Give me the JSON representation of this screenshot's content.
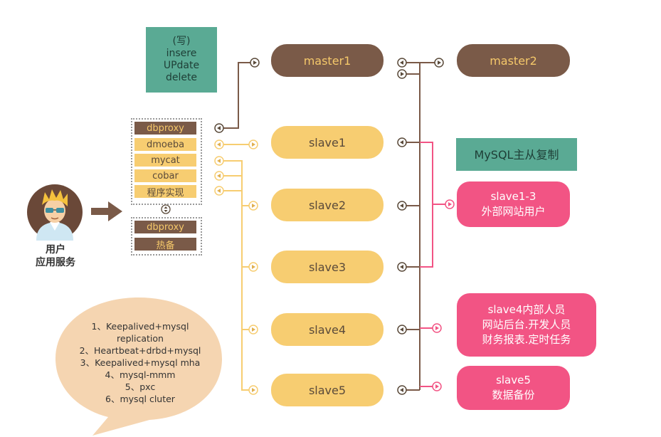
{
  "write_box": {
    "line1": "(写)",
    "line2": "insere",
    "line3": "UPdate",
    "line4": "delete"
  },
  "nodes": {
    "master1": "master1",
    "master2": "master2",
    "slave1": "slave1",
    "slave2": "slave2",
    "slave3": "slave3",
    "slave4": "slave4",
    "slave5": "slave5"
  },
  "proxy_top": [
    "dbproxy",
    "dmoeba",
    "mycat",
    "cobar",
    "程序实现"
  ],
  "proxy_bottom": [
    "dbproxy",
    "热备"
  ],
  "user": {
    "line1": "用户",
    "line2": "应用服务"
  },
  "replication_label": "MySQL主从复制",
  "pink": {
    "p1": {
      "line1": "slave1-3",
      "line2": "外部网站用户"
    },
    "p2": {
      "line1": "slave4内部人员",
      "line2": "网站后台.开发人员",
      "line3": "财务报表.定时任务"
    },
    "p3": {
      "line1": "slave5",
      "line2": "数据备份"
    }
  },
  "ha_list": [
    "1、Keepalived+mysql",
    "replication",
    "2、Heartbeat+drbd+mysql",
    "3、Keepalived+mysql mha",
    "4、mysql-mmm",
    "5、pxc",
    "6、mysql cluter"
  ],
  "colors": {
    "dark_brown": "#7a5a48",
    "yellow": "#f7cd71",
    "green": "#5aaa94",
    "pink": "#f25484",
    "bubble": "#f5d5b1"
  }
}
